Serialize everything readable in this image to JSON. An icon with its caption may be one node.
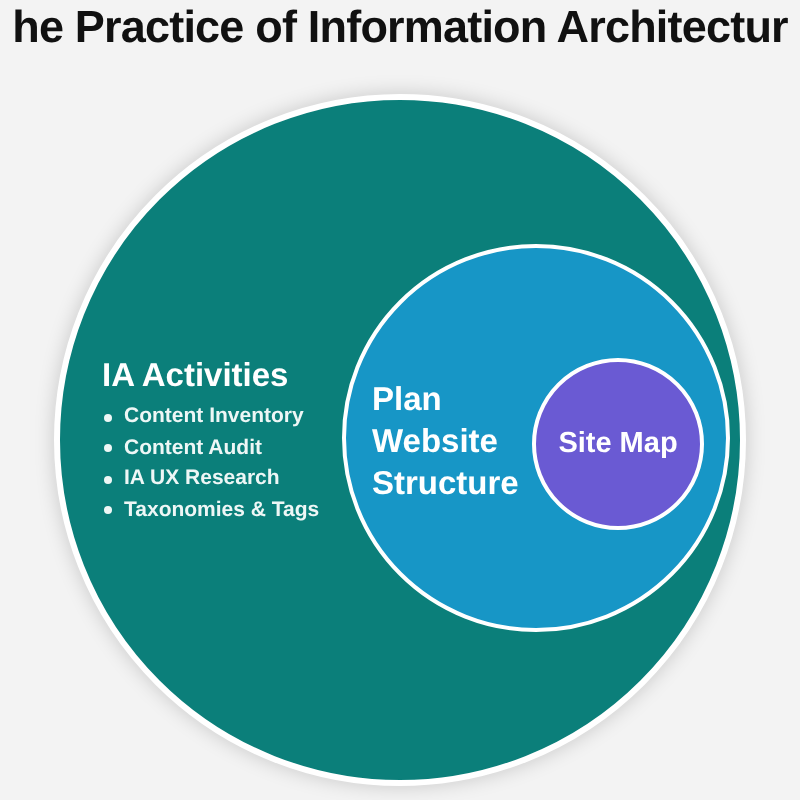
{
  "diagram": {
    "title": "he Practice of Information Architectur",
    "nodes": [
      {
        "text": [
          "IA Activities",
          "Content Inventory",
          "Content Audit",
          "IA UX Research",
          "Taxonomies & Tags"
        ]
      },
      {
        "text": [
          "Plan Website Structure"
        ],
        "in": 0
      },
      {
        "text": [
          "Site Map"
        ],
        "in": 1
      }
    ]
  }
}
